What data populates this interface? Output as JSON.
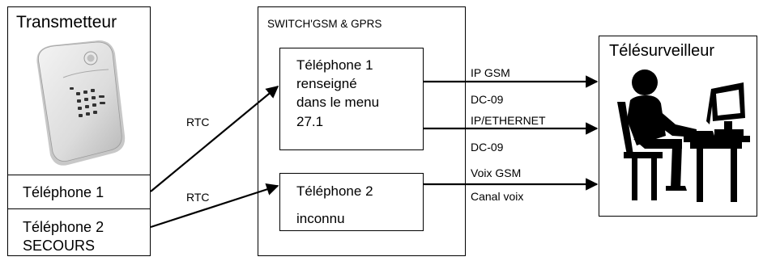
{
  "transmitter": {
    "title": "Transmetteur",
    "phone1": "Téléphone 1",
    "phone2_line1": "Téléphone  2",
    "phone2_line2": "SECOURS"
  },
  "switch": {
    "title": "SWITCH'GSM & GPRS",
    "phone1_box": [
      "Téléphone  1",
      "renseigné",
      "dans le menu",
      "27.1"
    ],
    "phone2_box": [
      "Téléphone 2",
      "inconnu"
    ]
  },
  "links": {
    "rtc_upper": "RTC",
    "rtc_lower": "RTC",
    "ip_gsm": "IP  GSM",
    "dc09_a": "DC-09",
    "ip_ethernet": "IP/ETHERNET",
    "dc09_b": "DC-09",
    "voix_gsm": "Voix GSM",
    "canal_voix": "Canal voix"
  },
  "telesurveilleur": {
    "title": "Télésurveilleur"
  }
}
